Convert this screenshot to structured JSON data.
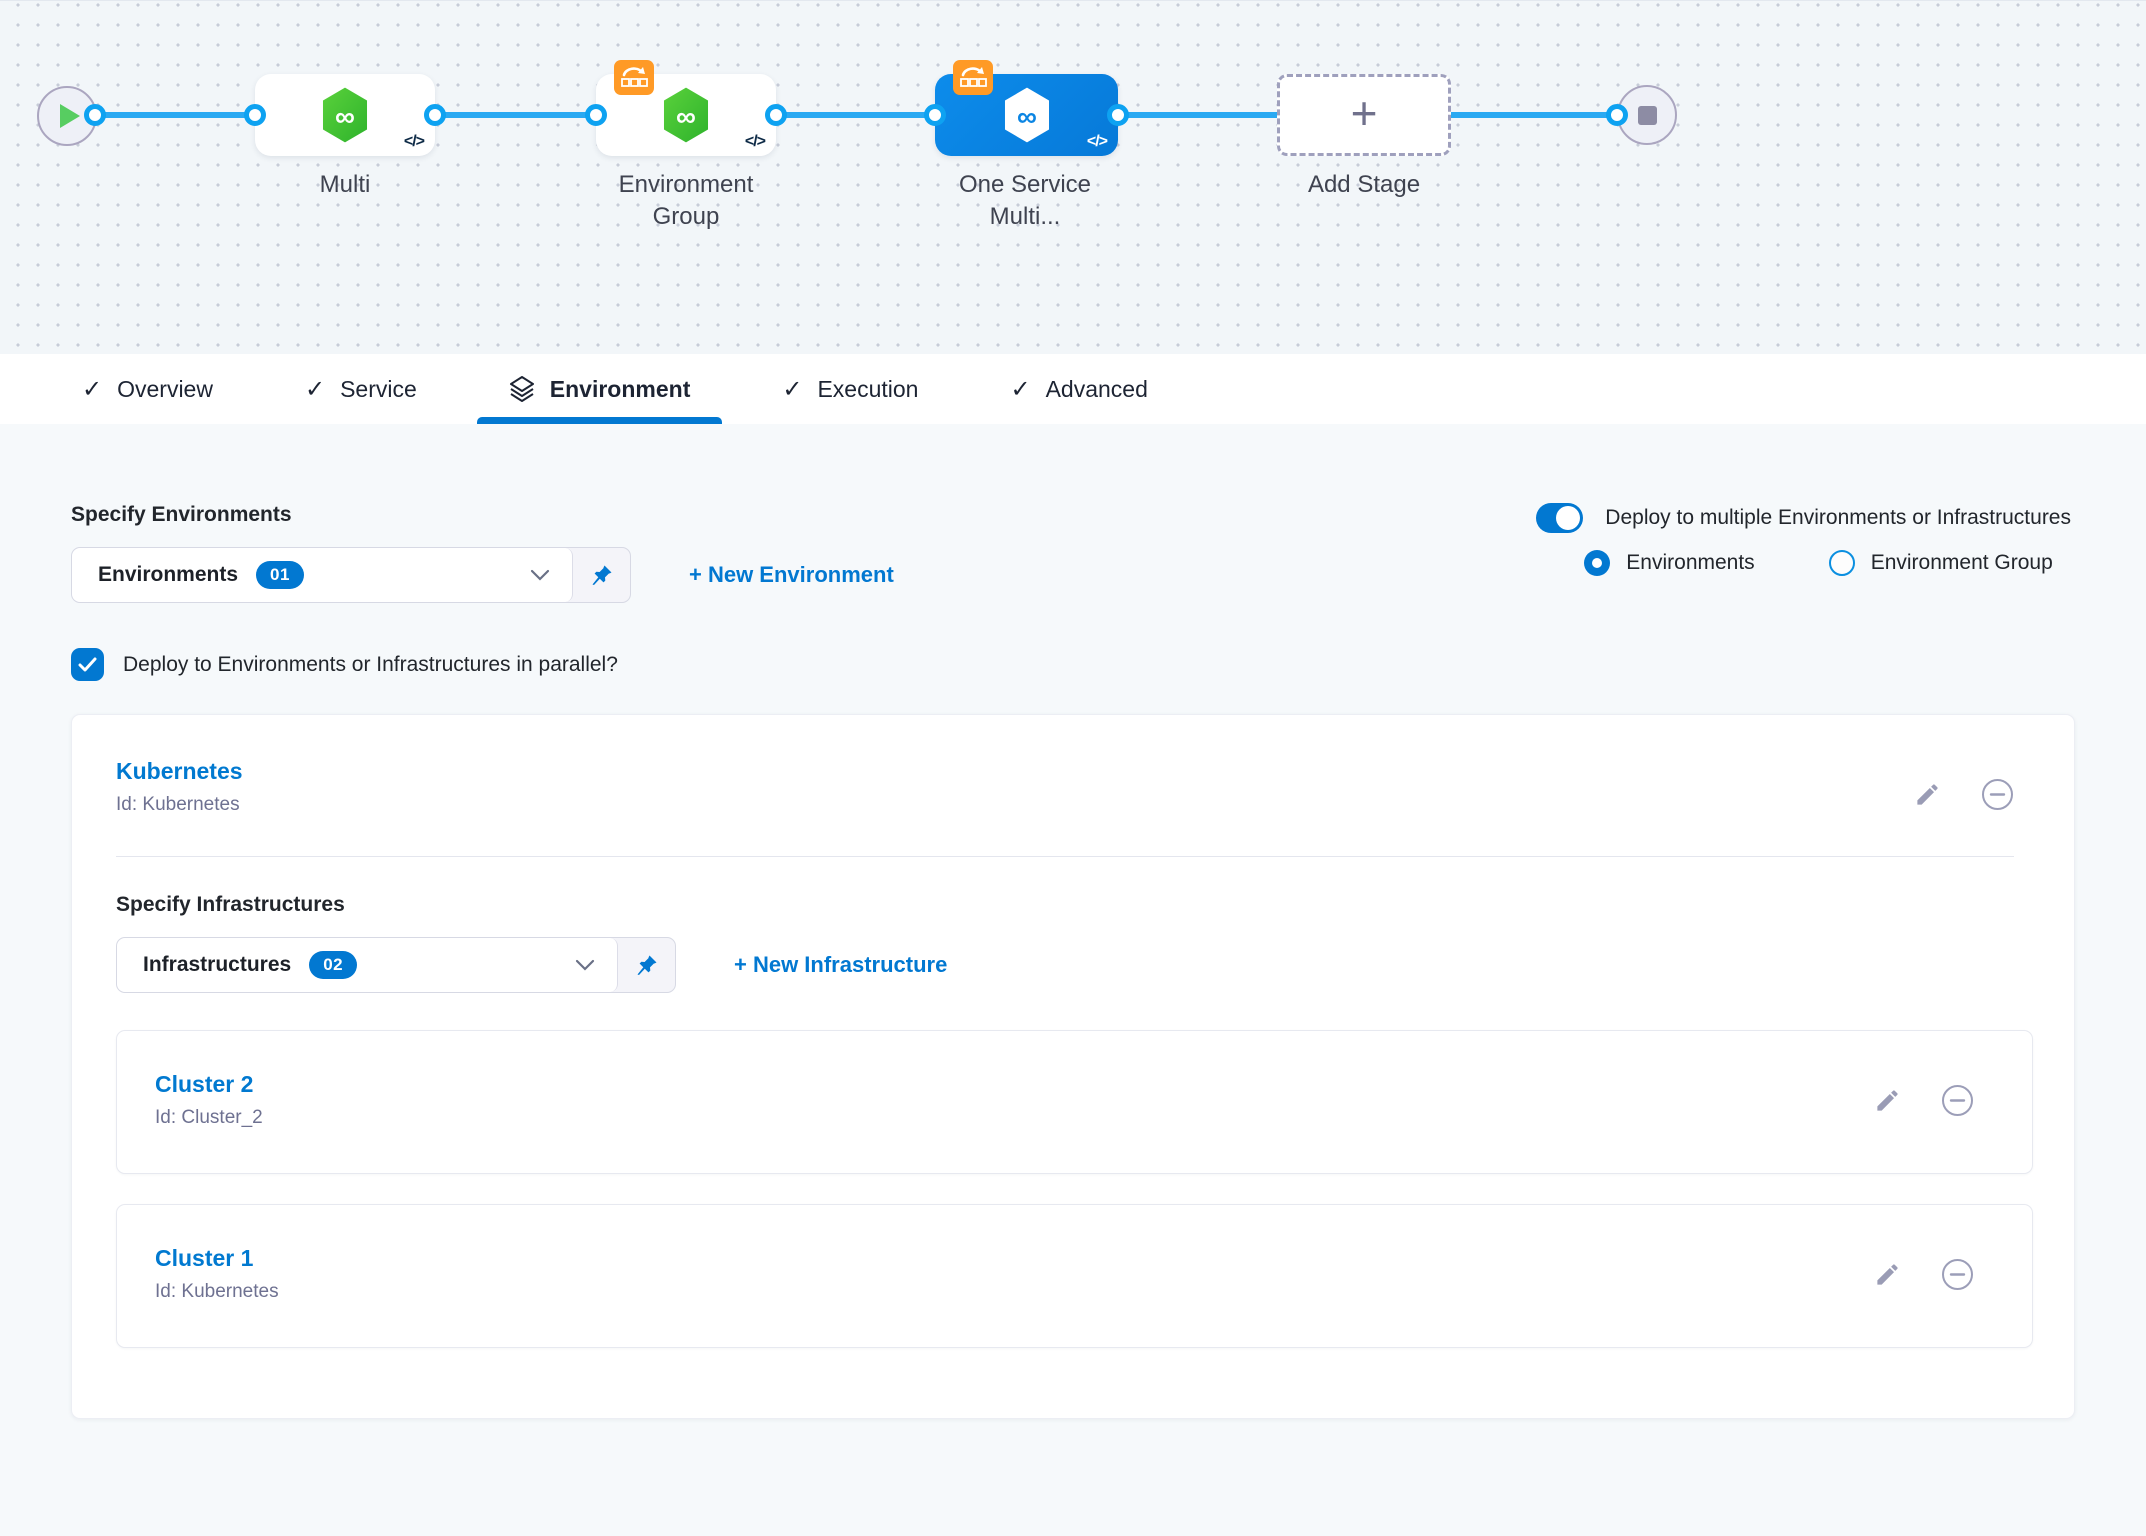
{
  "colors": {
    "accent": "#0278d1",
    "connector_blue": "#2aa9f2",
    "selected_stage_blue": "#0d8ceb",
    "badge_orange": "#ff9a26",
    "hexagon_green": "#3fc22f",
    "icon_gray": "#9a9cb5"
  },
  "pipeline": {
    "code_glyph": "</>",
    "stages": [
      {
        "label": "Multi"
      },
      {
        "label": "Environment Group"
      },
      {
        "label": "One Service Multi..."
      },
      {
        "label": "Add Stage"
      }
    ]
  },
  "tabs": [
    {
      "label": "Overview"
    },
    {
      "label": "Service"
    },
    {
      "label": "Environment"
    },
    {
      "label": "Execution"
    },
    {
      "label": "Advanced"
    }
  ],
  "environment_tab": {
    "specify_environments_label": "Specify Environments",
    "environments_dropdown": {
      "value": "Environments",
      "count": "01"
    },
    "new_environment_link": "+ New Environment",
    "deploy_multiple_toggle_label": "Deploy to multiple Environments or Infrastructures",
    "radio_environments_label": "Environments",
    "radio_environment_group_label": "Environment Group",
    "parallel_checkbox_label": "Deploy to Environments or Infrastructures in parallel?",
    "environment_card": {
      "title": "Kubernetes",
      "id": "Id: Kubernetes",
      "specify_infrastructures_label": "Specify Infrastructures",
      "infrastructures_dropdown": {
        "value": "Infrastructures",
        "count": "02"
      },
      "new_infrastructure_link": "+ New Infrastructure",
      "infrastructures": [
        {
          "title": "Cluster 2",
          "id": "Id: Cluster_2"
        },
        {
          "title": "Cluster 1",
          "id": "Id: Kubernetes"
        }
      ]
    }
  }
}
